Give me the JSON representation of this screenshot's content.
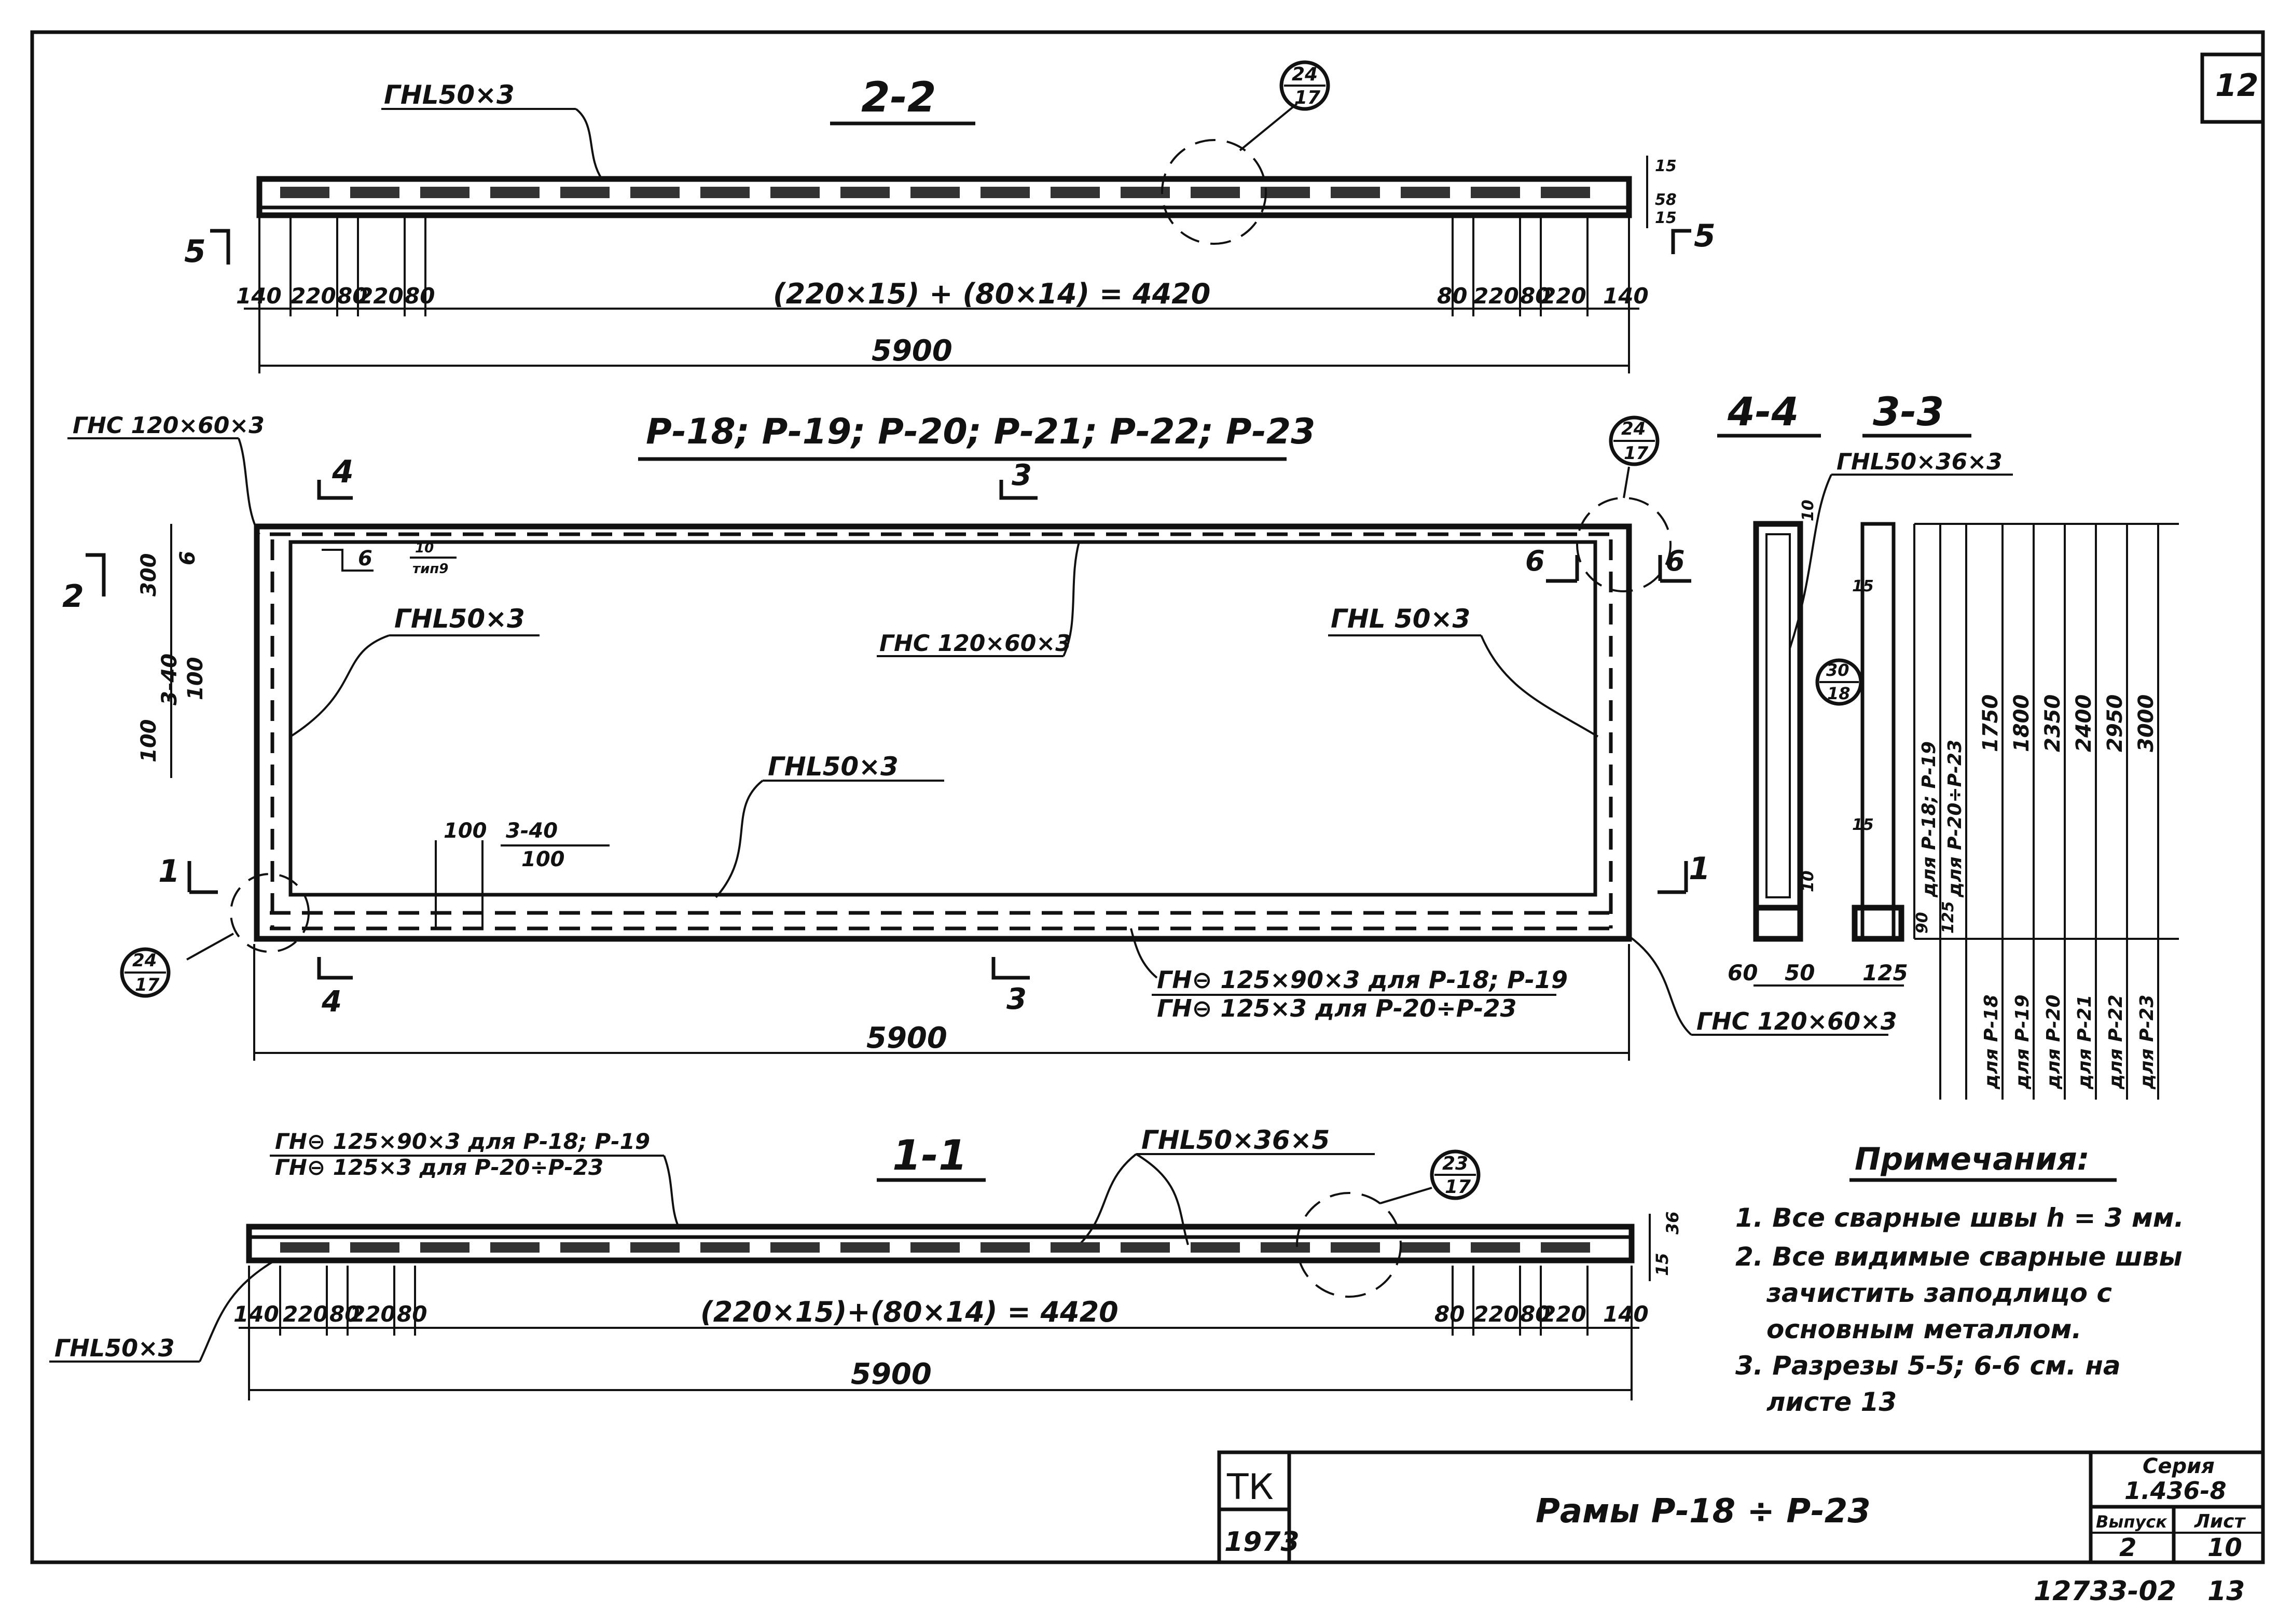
{
  "sheet": {
    "number": "12",
    "inventory": "12733-02",
    "inventory_page": "13"
  },
  "section_2_2": {
    "title": "2-2",
    "profile_label": "ГНL50×3",
    "callout": {
      "top": "24",
      "bottom": "17"
    },
    "cut_marks": [
      "5",
      "5"
    ],
    "dim_left": [
      "140",
      "220",
      "80",
      "220",
      "80"
    ],
    "dim_formula": "(220×15) + (80×14) = 4420",
    "dim_right": [
      "80",
      "220",
      "80",
      "220",
      "140"
    ],
    "dim_total": "5900",
    "side_dims": [
      "15",
      "58",
      "15"
    ]
  },
  "frame_view": {
    "title": "Р-18; Р-19; Р-20; Р-21; Р-22; Р-23",
    "top_profile": "ГНС 120×60×3",
    "inner_label": "ГНС 120×60×3",
    "left_profile": "ГНL50×3",
    "right_profile": "ГНL 50×3",
    "bottom_profile": "ГНL50×3",
    "weld_label": "6",
    "weld_note_top": "10",
    "weld_note_bottom": "тип9",
    "cut_labels": [
      "4",
      "3",
      "2",
      "1",
      "1",
      "4",
      "3",
      "6",
      "6"
    ],
    "left_dims": [
      "300",
      "6",
      "3-40",
      "100",
      "100"
    ],
    "bottom_spacing": {
      "a": "100",
      "b": "3-40",
      "c": "100"
    },
    "bottom_note_1": "ГН⊖ 125×90×3  для Р-18; Р-19",
    "bottom_note_2": "ГН⊖ 125×3      для Р-20÷Р-23",
    "corner_profile": "ГНС 120×60×3",
    "callout_tr": {
      "top": "24",
      "bottom": "17"
    },
    "callout_bl": {
      "top": "24",
      "bottom": "17"
    },
    "dim_total": "5900"
  },
  "section_4_4": {
    "title_a": "4-4",
    "title_b": "3-3",
    "profile_label": "ГНL50×36×3",
    "callout": {
      "top": "30",
      "bottom": "18"
    },
    "dims_small": [
      "10",
      "15",
      "15",
      "10",
      "90",
      "125"
    ],
    "dims_bottom": [
      "60",
      "50",
      "125"
    ],
    "variant_rows": [
      {
        "label": "для Р-18; Р-19",
        "value": ""
      },
      {
        "label": "для Р-20÷Р-23",
        "value": ""
      }
    ],
    "heights": [
      "1750",
      "1800",
      "2350",
      "2400",
      "2950",
      "3000"
    ],
    "height_labels": [
      "для Р-18",
      "для Р-19",
      "для Р-20",
      "для Р-21",
      "для Р-22",
      "для Р-23"
    ]
  },
  "section_1_1": {
    "title": "1-1",
    "note_1": "ГН⊖ 125×90×3 для Р-18; Р-19",
    "note_2": "ГН⊖ 125×3     для Р-20÷Р-23",
    "profile_top": "ГНL50×36×5",
    "profile_left": "ГНL50×3",
    "callout": {
      "top": "23",
      "bottom": "17"
    },
    "dim_left": [
      "140",
      "220",
      "80",
      "220",
      "80"
    ],
    "dim_formula": "(220×15)+(80×14) = 4420",
    "dim_right": [
      "80",
      "220",
      "80",
      "220",
      "140"
    ],
    "dim_total": "5900",
    "side_dims": [
      "36",
      "15"
    ]
  },
  "notes": {
    "heading": "Примечания:",
    "items": [
      "1. Все сварные швы h = 3 мм.",
      "2. Все видимые сварные швы",
      "зачистить заподлицо с",
      "основным металлом.",
      "3. Разрезы 5-5; 6-6 см. на",
      "листе 13"
    ]
  },
  "title_block": {
    "org": "ТК",
    "year": "1973",
    "title": "Рамы Р-18 ÷ Р-23",
    "series_label": "Серия",
    "series": "1.436-8",
    "issue_label": "Выпуск",
    "issue": "2",
    "sheet_label": "Лист",
    "sheet": "10"
  }
}
